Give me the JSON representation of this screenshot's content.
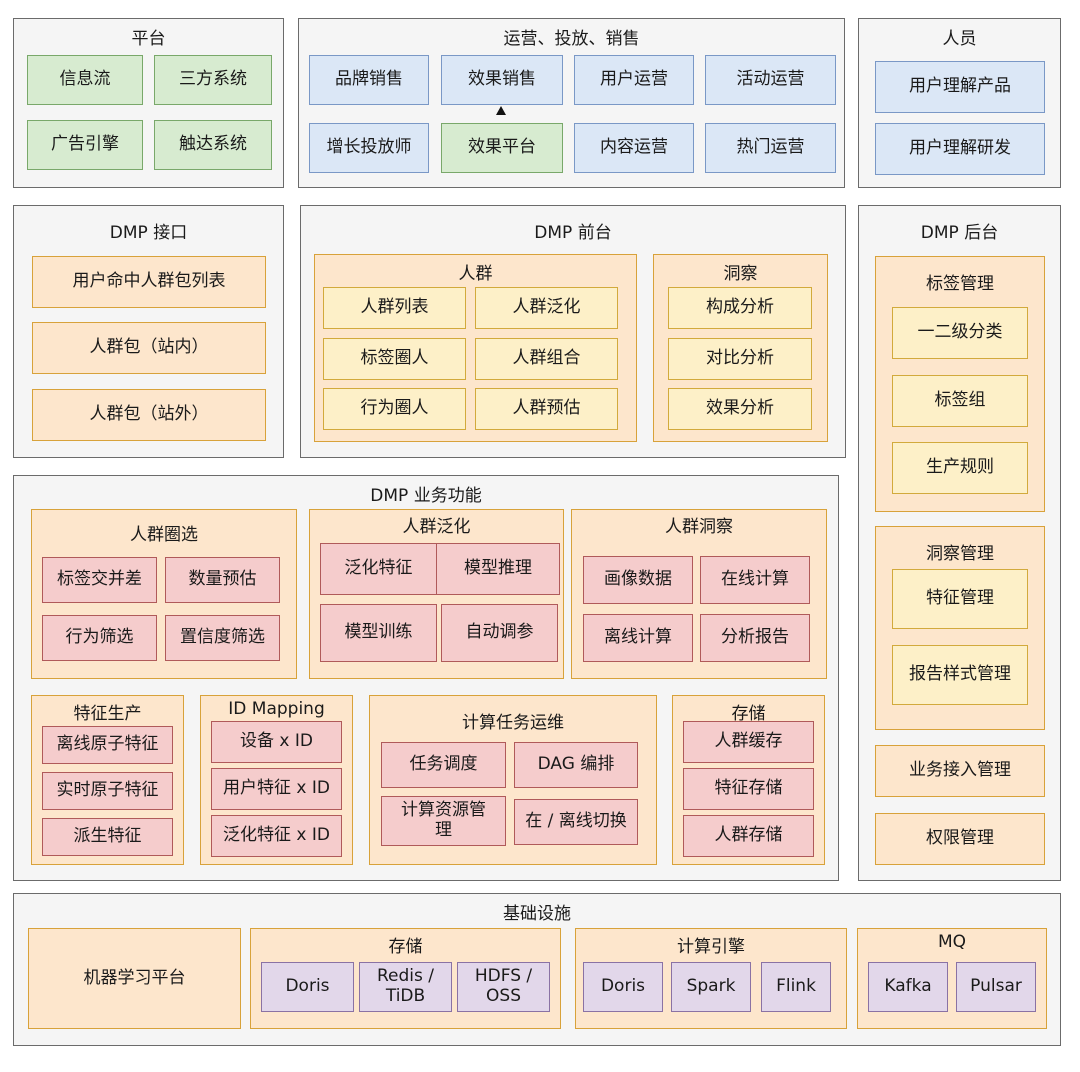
{
  "platform": {
    "title": "平台",
    "items": [
      "信息流",
      "三方系统",
      "广告引擎",
      "触达系统"
    ]
  },
  "ops": {
    "title": "运营、投放、销售",
    "items": [
      "品牌销售",
      "效果销售",
      "用户运营",
      "活动运营",
      "增长投放师",
      "效果平台",
      "内容运营",
      "热门运营"
    ]
  },
  "people": {
    "title": "人员",
    "items": [
      "用户理解产品",
      "用户理解研发"
    ]
  },
  "dmp_api": {
    "title": "DMP 接口",
    "items": [
      "用户命中人群包列表",
      "人群包（站内）",
      "人群包（站外）"
    ]
  },
  "dmp_front": {
    "title": "DMP 前台",
    "crowd": {
      "title": "人群",
      "items": [
        "人群列表",
        "人群泛化",
        "标签圈人",
        "人群组合",
        "行为圈人",
        "人群预估"
      ]
    },
    "insight": {
      "title": "洞察",
      "items": [
        "构成分析",
        "对比分析",
        "效果分析"
      ]
    }
  },
  "dmp_back": {
    "title": "DMP 后台",
    "tag_mgmt": {
      "title": "标签管理",
      "items": [
        "一二级分类",
        "标签组",
        "生产规则"
      ]
    },
    "insight_mgmt": {
      "title": "洞察管理",
      "items": [
        "特征管理",
        "报告样式管理"
      ]
    },
    "biz_access": "业务接入管理",
    "permission": "权限管理"
  },
  "dmp_biz": {
    "title": "DMP 业务功能",
    "select": {
      "title": "人群圈选",
      "items": [
        "标签交并差",
        "数量预估",
        "行为筛选",
        "置信度筛选"
      ]
    },
    "expand": {
      "title": "人群泛化",
      "items": [
        "泛化特征",
        "模型推理",
        "模型训练",
        "自动调参"
      ]
    },
    "insight": {
      "title": "人群洞察",
      "items": [
        "画像数据",
        "在线计算",
        "离线计算",
        "分析报告"
      ]
    },
    "feature": {
      "title": "特征生产",
      "items": [
        "离线原子特征",
        "实时原子特征",
        "派生特征"
      ]
    },
    "idmap": {
      "title": "ID Mapping",
      "items": [
        "设备 x ID",
        "用户特征 x ID",
        "泛化特征 x ID"
      ]
    },
    "ops": {
      "title": "计算任务运维",
      "items": [
        "任务调度",
        "DAG 编排",
        "计算资源管理",
        "在 / 离线切换"
      ]
    },
    "storage": {
      "title": "存储",
      "items": [
        "人群缓存",
        "特征存储",
        "人群存储"
      ]
    }
  },
  "infra": {
    "title": "基础设施",
    "ml": "机器学习平台",
    "storage": {
      "title": "存储",
      "items": [
        "Doris",
        "Redis / TiDB",
        "HDFS / OSS"
      ]
    },
    "compute": {
      "title": "计算引擎",
      "items": [
        "Doris",
        "Spark",
        "Flink"
      ]
    },
    "mq": {
      "title": "MQ",
      "items": [
        "Kafka",
        "Pulsar"
      ]
    }
  }
}
